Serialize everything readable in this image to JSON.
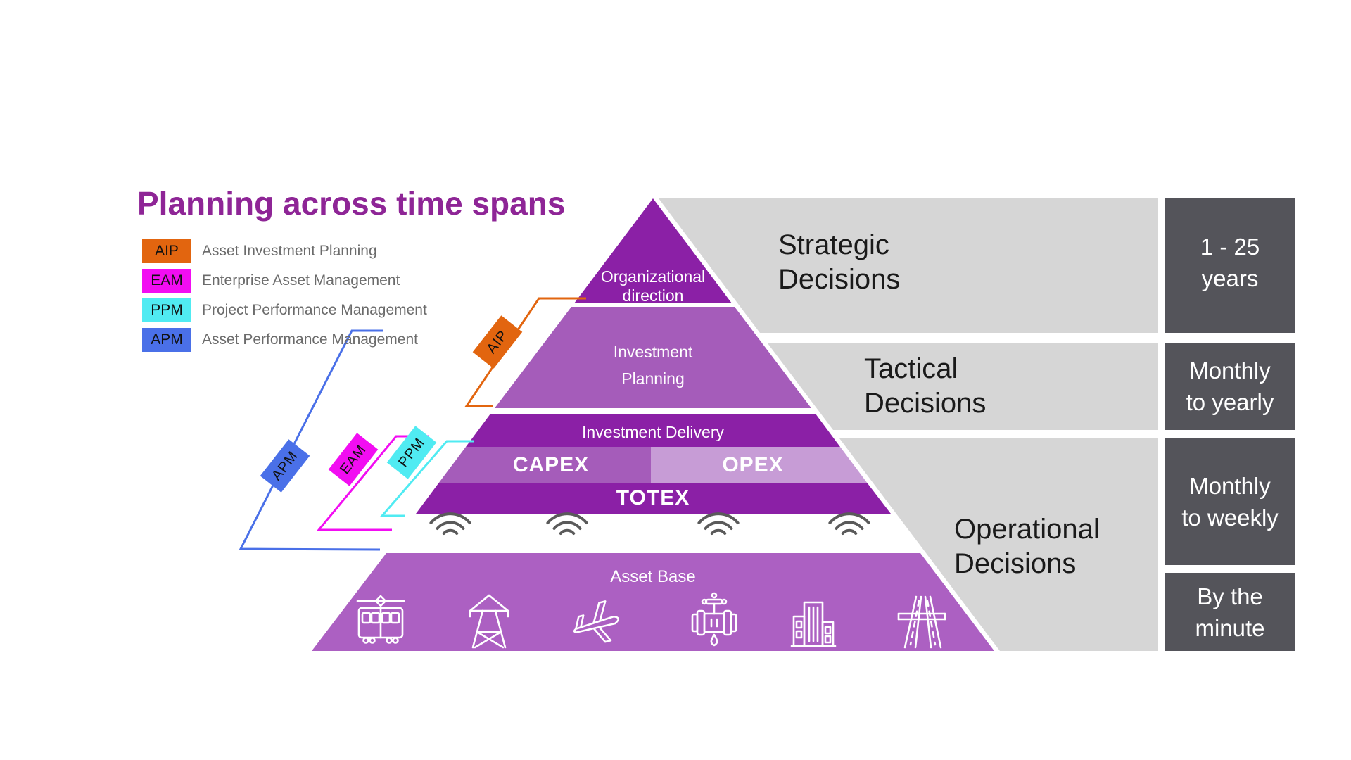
{
  "title": "Planning across time spans",
  "legend": {
    "items": [
      {
        "code": "AIP",
        "label": "Asset Investment Planning",
        "color": "#E2650F"
      },
      {
        "code": "EAM",
        "label": "Enterprise Asset Management",
        "color": "#F20DF2"
      },
      {
        "code": "PPM",
        "label": "Project Performance Management",
        "color": "#50EBF2"
      },
      {
        "code": "APM",
        "label": "Asset Performance Management",
        "color": "#4A70E8"
      }
    ]
  },
  "pyramid": {
    "levels": {
      "organizational_direction": {
        "line1": "Organizational",
        "line2": "direction"
      },
      "investment_planning": {
        "line1": "Investment",
        "line2": "Planning"
      },
      "investment_delivery": "Investment Delivery",
      "capex": "CAPEX",
      "opex": "OPEX",
      "totex": "TOTEX",
      "asset_base": "Asset Base"
    },
    "asset_icons": [
      "tram",
      "power-pylon",
      "airplane",
      "valve",
      "buildings",
      "highway"
    ],
    "connectivity_icons": "wifi x4"
  },
  "decisions": [
    {
      "name_line1": "Strategic",
      "name_line2": "Decisions",
      "timespan_line1": "1 - 25",
      "timespan_line2": "years"
    },
    {
      "name_line1": "Tactical",
      "name_line2": "Decisions",
      "timespan_line1": "Monthly",
      "timespan_line2": "to yearly"
    },
    {
      "name_line1": "Operational",
      "name_line2": "Decisions",
      "timespan_line1": "Monthly",
      "timespan_line2": "to weekly"
    },
    {
      "timespan_line1": "By the",
      "timespan_line2": "minute"
    }
  ],
  "colors": {
    "title_purple": "#8E2596",
    "purple_dark": "#8B20A6",
    "purple_medium": "#A55CBA",
    "purple_light_opex": "#C79CD6",
    "purple_asset_base": "#AC60C2",
    "gray_light_band": "#D6D6D6",
    "gray_dark_box": "#54545A",
    "icon_gray": "#5A5A5A",
    "tag_orange": "#E2650F",
    "tag_magenta": "#F20DF2",
    "tag_cyan": "#50EBF2",
    "tag_blue": "#4A70E8"
  }
}
